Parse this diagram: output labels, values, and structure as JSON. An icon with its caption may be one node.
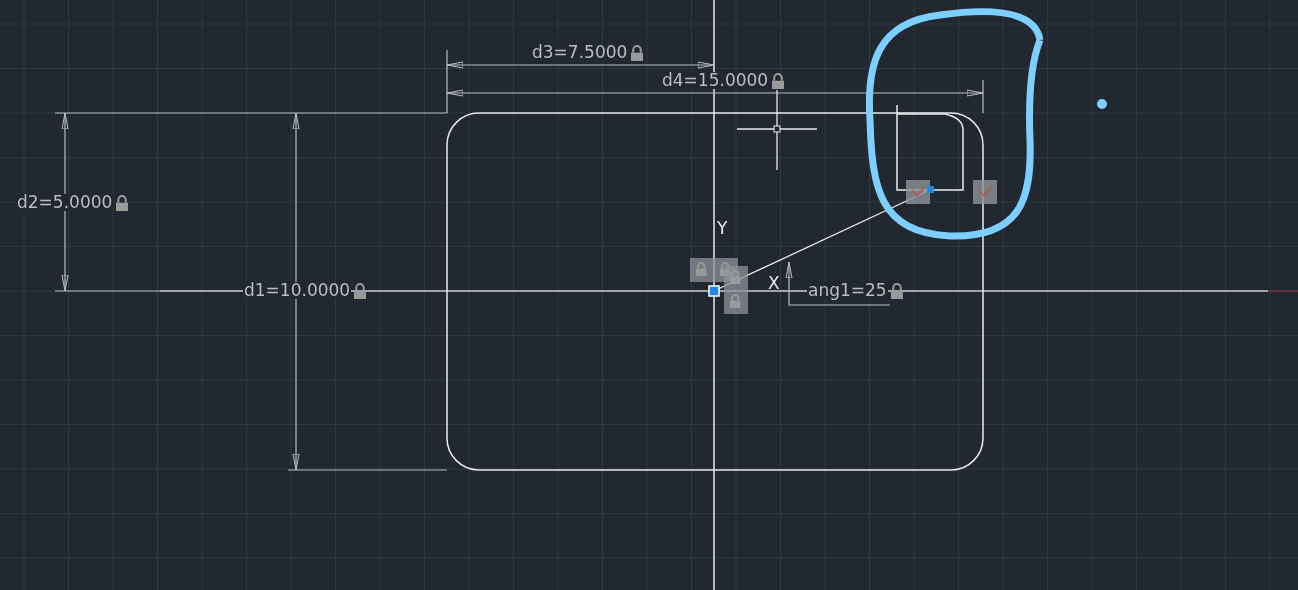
{
  "diagram": {
    "labels": [
      "d3=7.5000",
      "d4=15.0000",
      "d2=5.0000",
      "Y",
      "d1=10.0000",
      "X",
      "ang1=25"
    ]
  }
}
